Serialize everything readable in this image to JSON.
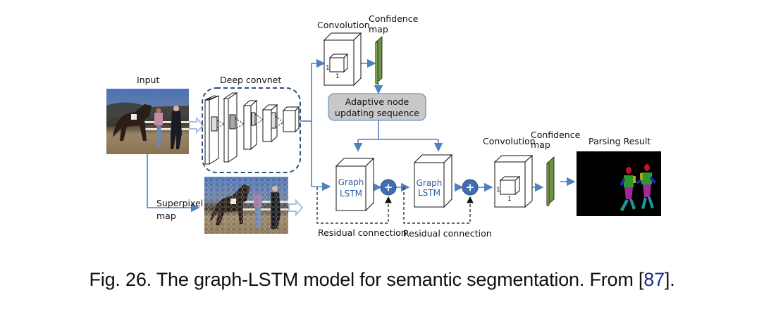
{
  "labels": {
    "input": "Input",
    "deep_convnet": "Deep convnet",
    "superpixel_map_line1": "Superpixel",
    "superpixel_map_line2": "map",
    "convolution_top": "Convolution",
    "confidence_top_line1": "Confidence",
    "confidence_top_line2": "map",
    "kernel_h_top": "1",
    "kernel_w_top": "1",
    "adaptive_line1": "Adaptive node",
    "adaptive_line2": "updating sequence",
    "graph_lstm_1_line1": "Graph",
    "graph_lstm_1_line2": "LSTM",
    "graph_lstm_2_line1": "Graph",
    "graph_lstm_2_line2": "LSTM",
    "plus_1": "+",
    "plus_2": "+",
    "residual_1": "Residual connection",
    "residual_2": "Residual connection",
    "convolution_bottom": "Convolution",
    "confidence_bottom_line1": "Confidence",
    "confidence_bottom_line2": "map",
    "kernel_h_bottom": "1",
    "kernel_w_bottom": "1",
    "parsing_result": "Parsing Result"
  },
  "caption": {
    "prefix": "Fig. 26. The graph-LSTM model for semantic segmentation. From [",
    "ref": "87",
    "suffix": "]."
  },
  "colors": {
    "arrow": "#4f81bd",
    "confidence_map": "#7ea34a",
    "adaptive_box": "#c8c8c8",
    "plus_node": "#3f6fb0",
    "dashed_border": "#2e4e7e"
  }
}
